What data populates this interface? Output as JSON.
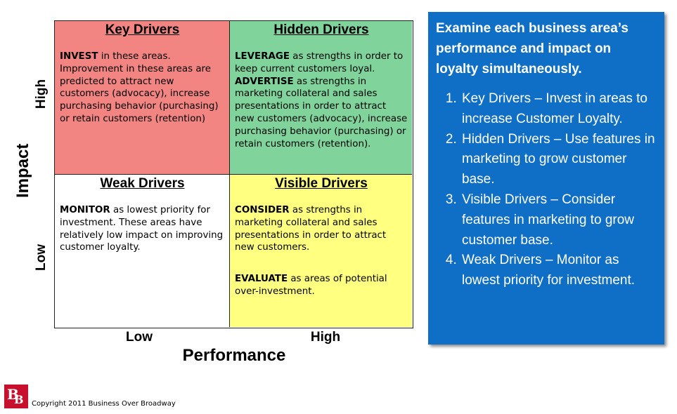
{
  "quadrants": {
    "key_drivers": {
      "title": "Key Drivers",
      "p1_bold": "INVEST",
      "p1_text": " in these areas. Improvement in these areas are predicted to attract new customers (advocacy), increase purchasing behavior (purchasing) or retain customers (retention)"
    },
    "hidden_drivers": {
      "title": "Hidden Drivers",
      "p1_bold": "LEVERAGE",
      "p1_text": " as strengths in order to keep current customers loyal.",
      "p2_bold": "ADVERTISE",
      "p2_text": " as strengths in marketing collateral and sales presentations in order to attract new customers (advocacy), increase purchasing behavior (purchasing) or retain customers (retention)."
    },
    "weak_drivers": {
      "title": "Weak Drivers",
      "p1_bold": "MONITOR",
      "p1_text": " as lowest priority for investment. These areas have relatively low impact on improving customer loyalty."
    },
    "visible_drivers": {
      "title": "Visible Drivers",
      "p1_bold": "CONSIDER",
      "p1_text": " as strengths in marketing collateral and sales presentations in order to attract new customers.",
      "p2_bold": "EVALUATE",
      "p2_text": " as areas of potential over-investment."
    }
  },
  "axes": {
    "y_title": "Impact",
    "y_high": "High",
    "y_low": "Low",
    "x_title": "Performance",
    "x_low": "Low",
    "x_high": "High"
  },
  "panel": {
    "heading": "Examine each business area’s performance and impact on loyalty simultaneously.",
    "items": [
      "Key Drivers – Invest in areas to increase Customer Loyalty.",
      "Hidden Drivers – Use features in marketing to grow customer base.",
      "Visible Drivers – Consider features in marketing to grow customer base.",
      "Weak Drivers – Monitor as lowest priority for investment."
    ]
  },
  "footer": {
    "logo_letters": [
      "B",
      "B"
    ],
    "copyright": "Copyright 2011 Business Over Broadway"
  },
  "colors": {
    "key_drivers": "#f28482",
    "hidden_drivers": "#7fd39b",
    "weak_drivers": "#ffffff",
    "visible_drivers": "#ffff80",
    "panel": "#0f6fc6",
    "logo": "#c8102e"
  }
}
